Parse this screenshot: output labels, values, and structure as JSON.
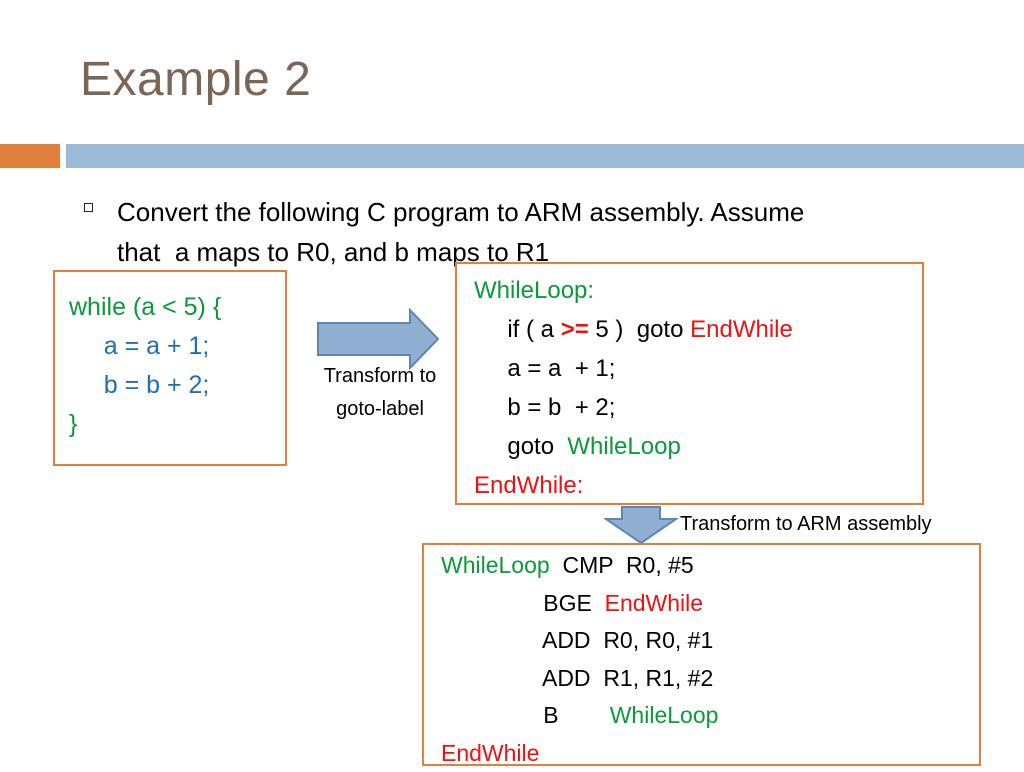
{
  "slide": {
    "title": "Example 2",
    "bullet_line1": "Convert the following C program to ARM assembly. Assume",
    "bullet_line2": "that  a maps to R0, and b maps to R1"
  },
  "c_code": {
    "line1_head": "while (a < 5) ",
    "line1_brace": "{",
    "line2": "     a = a + 1;",
    "line3": "     b = b + 2;",
    "line4": "}"
  },
  "goto_code": {
    "label1": "WhileLoop:",
    "if_pre": "     if ( a ",
    "if_op": ">=",
    "if_mid": " 5 )  goto ",
    "if_target": "EndWhile",
    "line_a": "     a = a  + 1;",
    "line_b": "     b = b  + 2;",
    "goto_kw": "     goto  ",
    "goto_target": "WhileLoop",
    "label2": "EndWhile:"
  },
  "arm_code": {
    "label1": "WhileLoop",
    "l1_instr": "  CMP  R0, #5",
    "l2_pad": "                BGE  ",
    "l2_target": "EndWhile",
    "l3": "                ADD  R0, R0, #1",
    "l4": "                ADD  R1, R1, #2",
    "l5_pad": "                B        ",
    "l5_target": "WhileLoop",
    "label2": "EndWhile"
  },
  "captions": {
    "transform1_line1": "Transform to",
    "transform1_line2": "goto-label",
    "transform2": "Transform to ARM assembly"
  },
  "colors": {
    "title": "#7b6556",
    "accent_orange": "#e07f3e",
    "accent_blue": "#9bbad6",
    "arrow_fill": "#8fb0d3",
    "arrow_stroke": "#5f86b0",
    "keyword_green": "#0a9a3a",
    "code_blue": "#1e6fb5",
    "label_red": "#ee1111"
  }
}
